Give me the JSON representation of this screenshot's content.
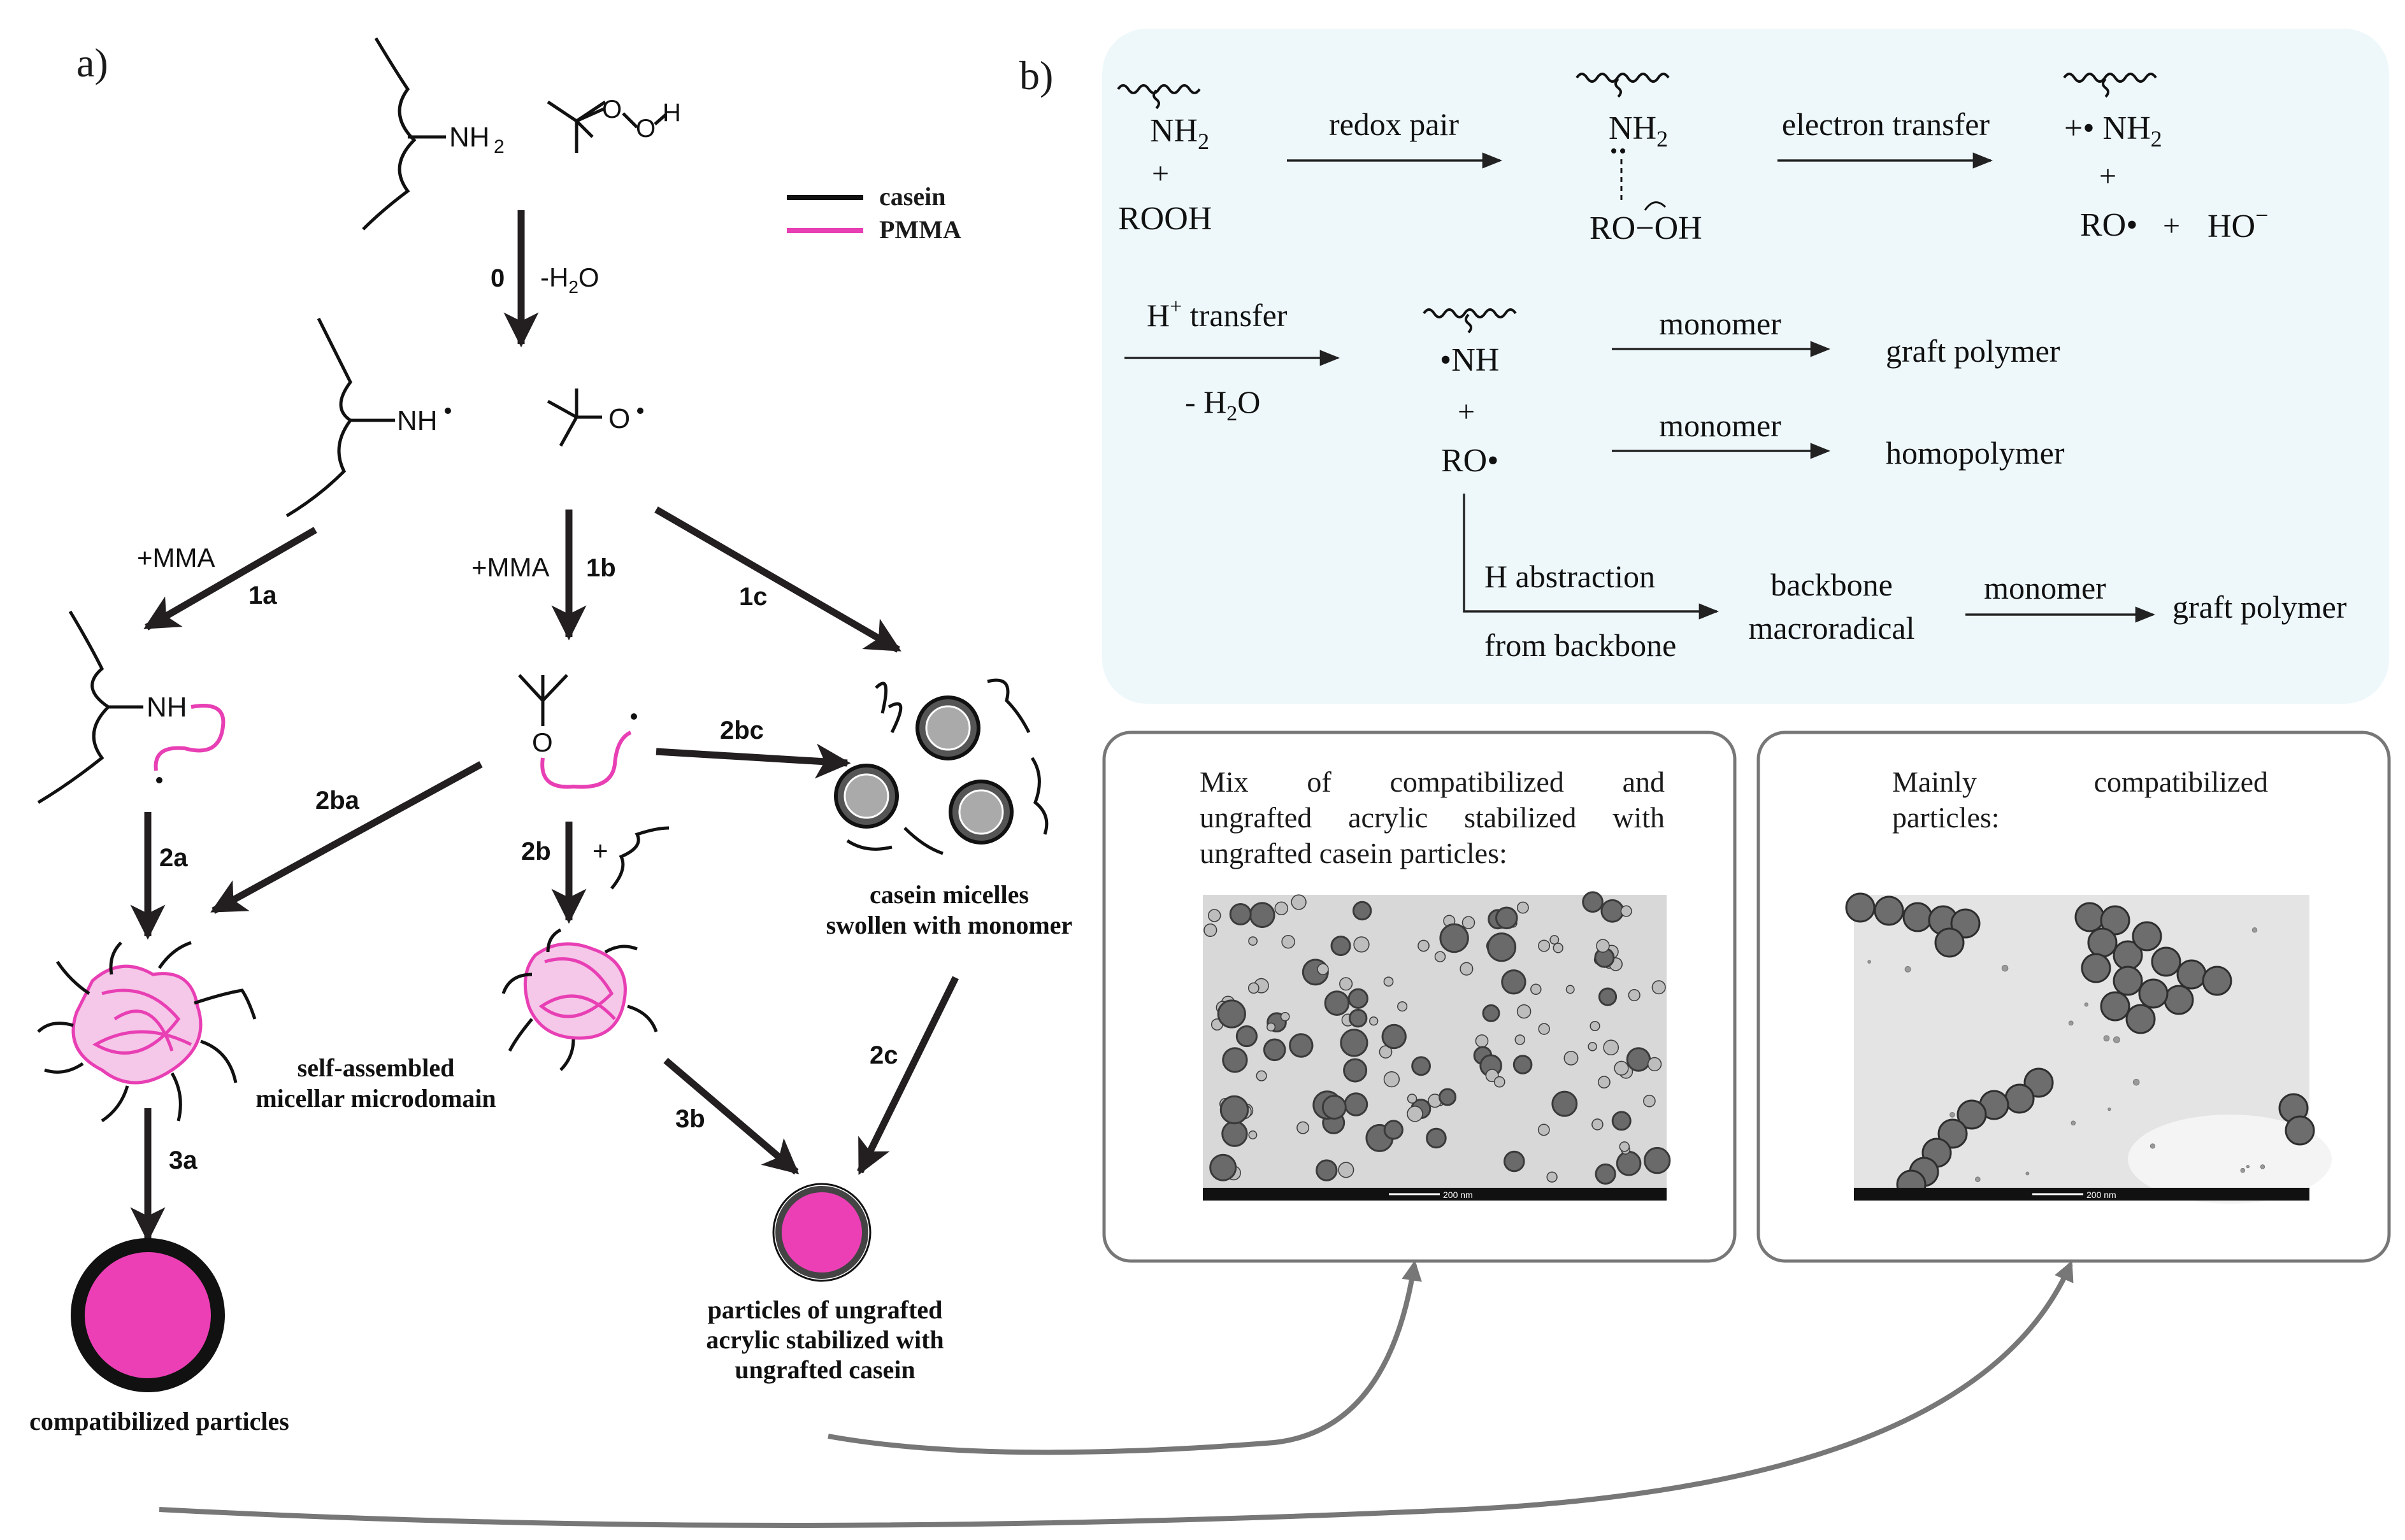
{
  "panel_a": {
    "label": "a)",
    "legend": [
      {
        "name": "casein",
        "color": "#111111"
      },
      {
        "name": "PMMA",
        "color": "#e83fb4"
      }
    ],
    "groups": {
      "nh2": "NH",
      "nh2_sub": "2",
      "nh_radical": "NH",
      "o_radical": "O",
      "nh_graft": "NH",
      "o_graft": "O"
    },
    "steps": {
      "s0": "0",
      "s0_loss": "-H",
      "s0_loss_sub": "2",
      "s0_loss_tail": "O",
      "s1a_reagent": "+MMA",
      "s1a": "1a",
      "s1b_reagent": "+MMA",
      "s1b": "1b",
      "s1c": "1c",
      "s2a": "2a",
      "s2ba": "2ba",
      "s2bc": "2bc",
      "s2b": "2b",
      "s2b_plus": "+",
      "s2c": "2c",
      "s3a": "3a",
      "s3b": "3b"
    },
    "labels": {
      "self_assembled_1": "self-assembled",
      "self_assembled_2": "micellar microdomain",
      "casein_micelles_1": "casein micelles",
      "casein_micelles_2": "swollen with monomer",
      "ungrafted_1": "particles of ungrafted",
      "ungrafted_2": "acrylic stabilized with",
      "ungrafted_3": "ungrafted casein",
      "compatibilized": "compatibilized particles"
    },
    "colors": {
      "pmma": "#e83fb4",
      "particle_ring": "#111111",
      "arrow": "#231f20"
    }
  },
  "panel_b": {
    "label": "b)",
    "background": "#eef8fb",
    "row1": {
      "reactant_nh": "NH",
      "reactant_nh_sub": "2",
      "plus": "+",
      "rooh": "ROOH",
      "arrow1": "redox pair",
      "intermediate_nh": "NH",
      "intermediate_nh_sub": "2",
      "intermediate_bottom": "RO−OH",
      "arrow2": "electron transfer",
      "product_nh": "+• NH",
      "product_nh_sub": "2",
      "plus2": "+",
      "ro_radical": "RO•",
      "plus3": "+",
      "ho": "HO",
      "ho_sup": "−"
    },
    "row2": {
      "h_transfer": "H",
      "h_transfer_sup": "+",
      "h_transfer_tail": " transfer",
      "water": "- H",
      "water_sub": "2",
      "water_tail": "O",
      "nh_radical": "•NH",
      "plus": "+",
      "ro_radical": "RO•",
      "monomer1": "monomer",
      "graft1": "graft polymer",
      "monomer2": "monomer",
      "homopolymer": "homopolymer"
    },
    "row3": {
      "h_abstraction": "H abstraction",
      "from_backbone": "from backbone",
      "backbone_1": "backbone",
      "backbone_2": "macroradical",
      "monomer": "monomer",
      "graft": "graft polymer"
    }
  },
  "micrographs": [
    {
      "caption_lines": [
        "Mix of compatibilized and",
        "ungrafted acrylic stabilized with",
        "ungrafted casein particles:"
      ],
      "scale_bar": "200 nm"
    },
    {
      "caption_lines": [
        "Mainly compatibilized",
        "particles:"
      ],
      "scale_bar": "200 nm"
    }
  ]
}
